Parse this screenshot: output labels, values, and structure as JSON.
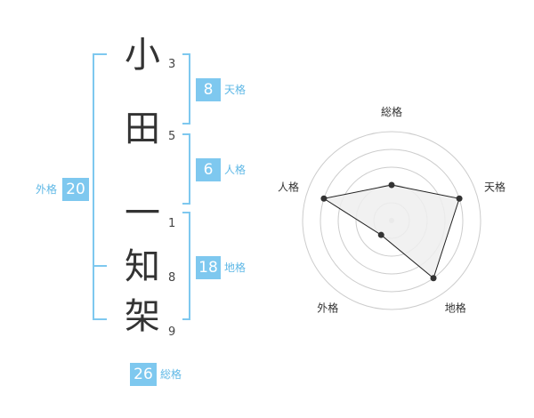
{
  "name_chars": [
    {
      "char": "小",
      "strokes": "3"
    },
    {
      "char": "田",
      "strokes": "5"
    },
    {
      "char": "一",
      "strokes": "1"
    },
    {
      "char": "知",
      "strokes": "8"
    },
    {
      "char": "架",
      "strokes": "9"
    }
  ],
  "fortunes": {
    "tenkaku": {
      "value": "8",
      "label": "天格"
    },
    "jinkaku": {
      "value": "6",
      "label": "人格"
    },
    "chikaku": {
      "value": "18",
      "label": "地格"
    },
    "gaikaku": {
      "value": "20",
      "label": "外格"
    },
    "soukaku": {
      "value": "26",
      "label": "総格"
    }
  },
  "chart_data": {
    "type": "radar",
    "axes": [
      "総格",
      "天格",
      "地格",
      "外格",
      "人格"
    ],
    "values": [
      2,
      4,
      4,
      1,
      4
    ],
    "max": 5,
    "rings": 5,
    "colors": {
      "accent": "#7ec8ef",
      "fill": "#efefef",
      "line": "#222222",
      "grid": "#cccccc"
    }
  }
}
